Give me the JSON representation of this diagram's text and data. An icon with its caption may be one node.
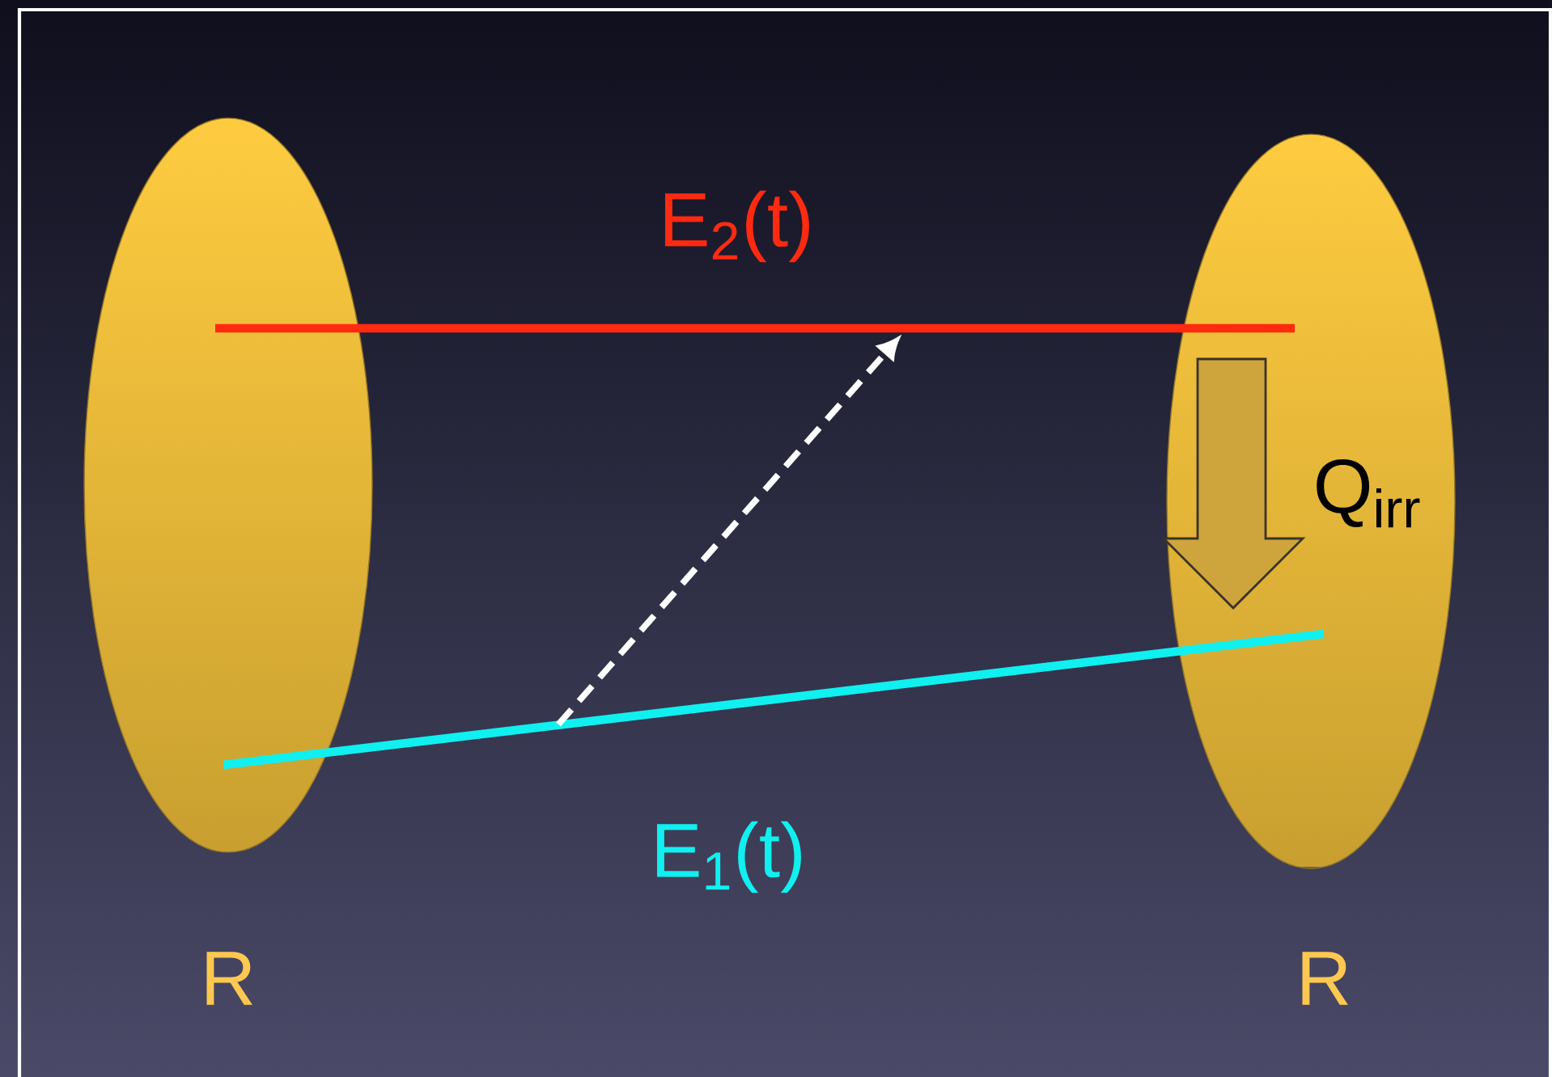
{
  "diagram": {
    "nodes": [
      {
        "text": [],
        "shape": "ellipse",
        "beside": [
          "R"
        ]
      },
      {
        "text": [],
        "shape": "ellipse",
        "beside": [
          "R"
        ]
      },
      {
        "text": [
          "E$_{2}$(t)"
        ]
      },
      {
        "text": [
          "E$_{1}$(t)"
        ]
      }
    ],
    "edges": [
      {
        "from": 3,
        "to": 2,
        "arrow": "to",
        "style": "dashed",
        "color": "#ffffff"
      }
    ],
    "labels": [
      "Q$_{irr}$"
    ]
  }
}
